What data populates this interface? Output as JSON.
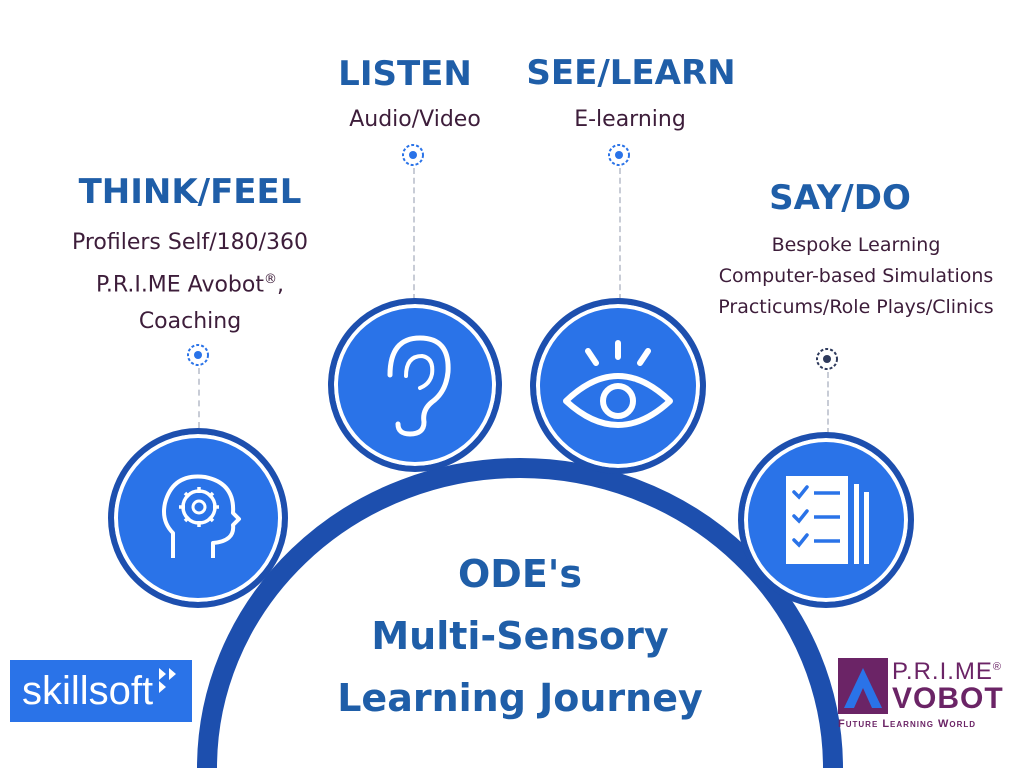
{
  "think": {
    "title": "THINK/FEEL",
    "lines": [
      "Profilers Self/180/360",
      "P.R.I.ME Avobot",
      "Coaching"
    ],
    "reg": "®",
    "comma": ","
  },
  "listen": {
    "title": "LISTEN",
    "subtitle": "Audio/Video"
  },
  "see": {
    "title": "SEE/LEARN",
    "subtitle": "E-learning"
  },
  "say": {
    "title": "SAY/DO",
    "lines": [
      "Bespoke Learning",
      "Computer-based Simulations",
      "Practicums/Role Plays/Clinics"
    ]
  },
  "center": {
    "lines": [
      "ODE's",
      "Multi-Sensory",
      "Learning Journey"
    ]
  },
  "logos": {
    "skillsoft": "skillsoft",
    "prime_top": "P.R.I.ME",
    "prime_reg": "®",
    "prime_bottom": "VOBOT",
    "prime_tagline": "Future Learning World"
  },
  "colors": {
    "primary_blue": "#2a73e8",
    "dark_blue": "#1d4fae",
    "heading": "#1f5ea8",
    "body_text": "#3d1d3a",
    "logo_purple": "#6b2466"
  },
  "icons": [
    "head-brain-icon",
    "ear-icon",
    "eye-icon",
    "checklist-icon",
    "target-marker-icon"
  ]
}
